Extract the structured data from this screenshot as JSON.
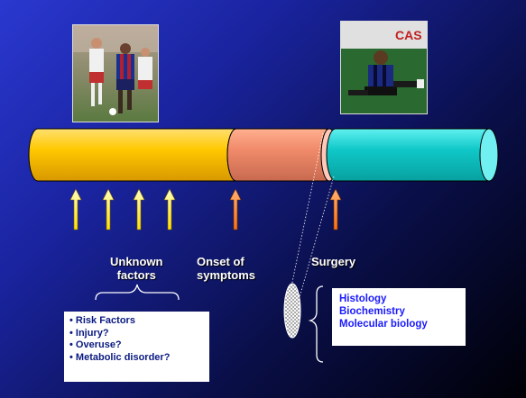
{
  "labels": {
    "unknown": [
      "Unknown",
      "factors"
    ],
    "onset": [
      "Onset of",
      "symptoms"
    ],
    "surgery": "Surgery"
  },
  "risk_box": {
    "items": [
      "• Risk Factors",
      "• Injury?",
      "• Overuse?",
      "• Metabolic disorder?"
    ]
  },
  "analysis_box": {
    "items": [
      "Histology",
      "Biochemistry",
      "Molecular biology"
    ]
  },
  "colors": {
    "timeline_yellow": "#ffc800",
    "timeline_salmon": "#f08a6a",
    "timeline_cyan": "#10c8c8",
    "arrow_yellow": "#ffff80",
    "arrow_orange": "#ff8a30"
  }
}
